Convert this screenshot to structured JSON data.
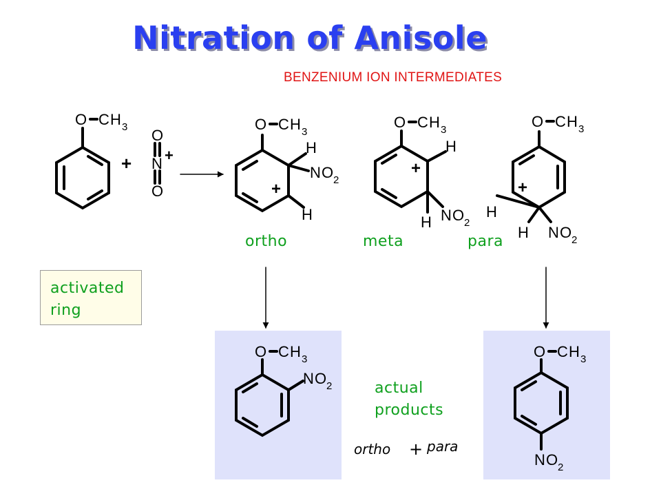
{
  "title": "Nitration of Anisole",
  "subtitle": "BENZENIUM ION INTERMEDIATES",
  "labels": {
    "ortho": "ortho",
    "meta": "meta",
    "para": "para",
    "activated_line1": "activated",
    "activated_line2": "ring",
    "actual_line1": "actual",
    "actual_line2": "products",
    "ortho_italic": "ortho",
    "plus": "+",
    "para_italic": "para"
  },
  "atoms": {
    "O": "O",
    "C": "C",
    "H": "H",
    "N": "N",
    "three": "3",
    "two": "2",
    "plus": "+"
  },
  "colors": {
    "title": "#2a3ff0",
    "subtitle": "#e01414",
    "green_labels": "#0fa01e",
    "panel_bg": "#dfe2fb",
    "box_bg": "#fffde8"
  }
}
